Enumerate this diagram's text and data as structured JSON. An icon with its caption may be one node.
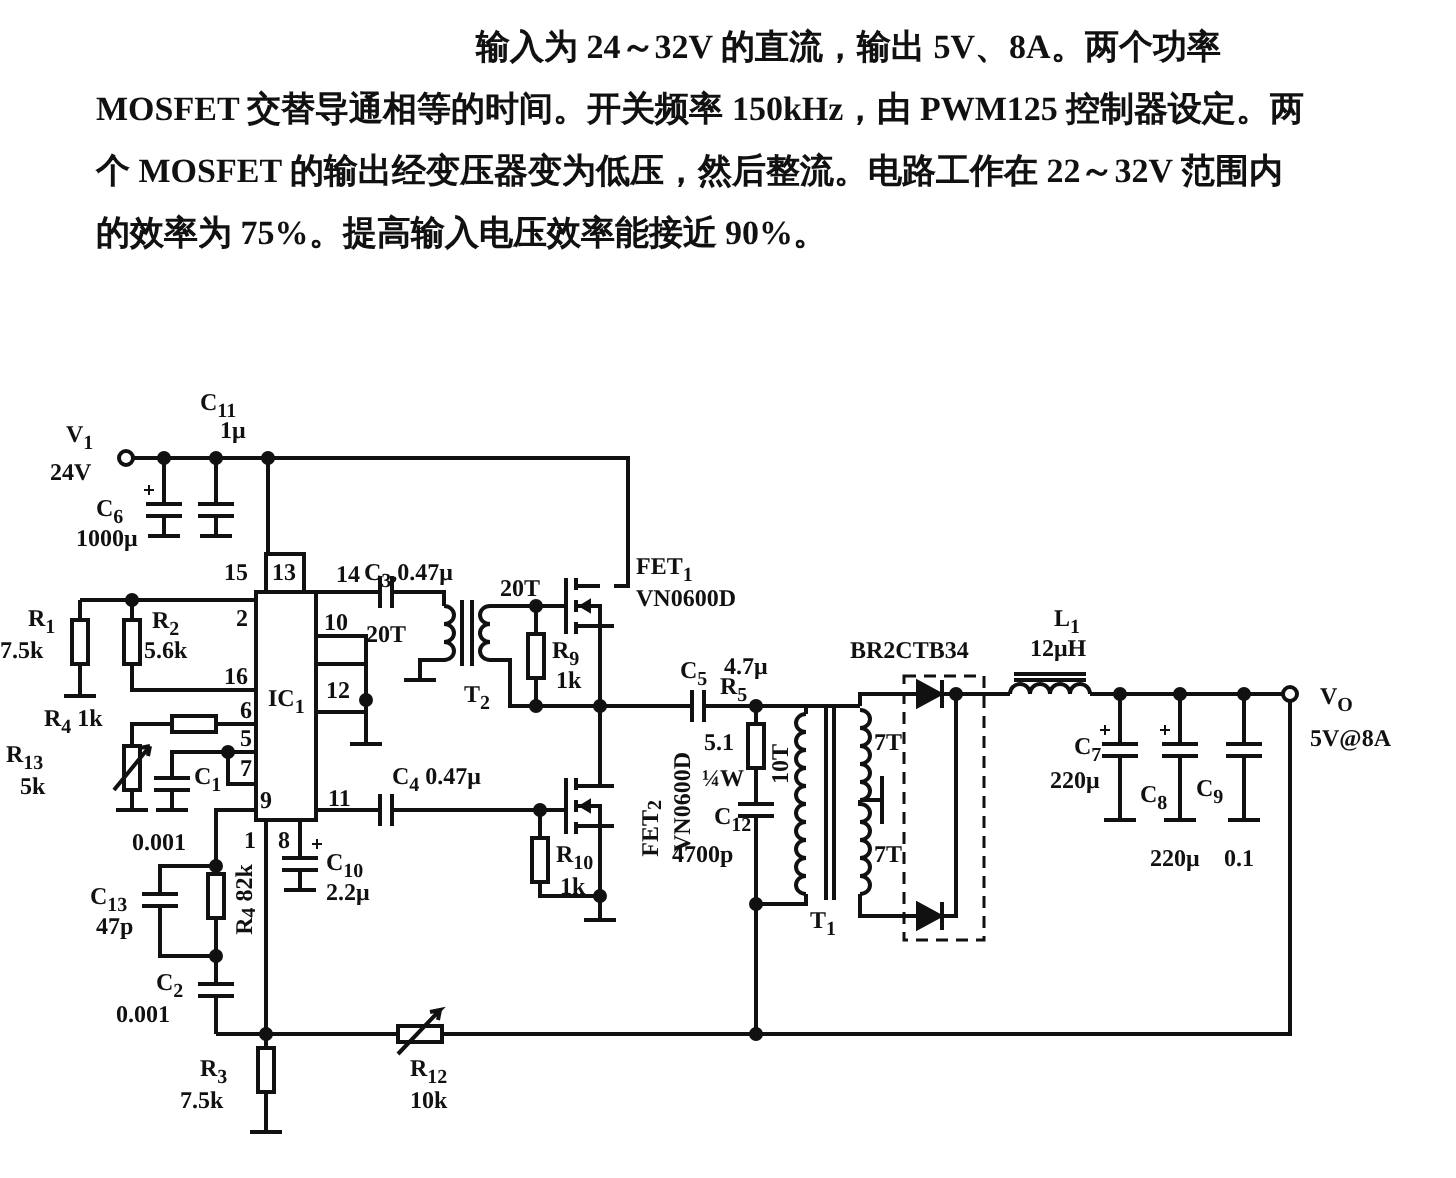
{
  "diagram": {
    "caption": "输入为 24～32V 的直流，输出 5V、8A。两个功率 MOSFET 交替导通相等的时间。开关频率 150kHz，由 PWM125 控制器设定。两个 MOSFET 的输出经变压器变为低压，然后整流。电路工作在 22～32V 范围内的效率为 75%。提高输入电压效率能接近 90%。",
    "labels": [
      "C$_{11}$",
      "V$_{1}$",
      "1μ",
      "24V",
      "C$_{6}$",
      "1000μ",
      "15",
      "13",
      "14",
      "C$_{3}$,0.47μ",
      "FET$_{1}$",
      "VN0600D",
      "R$_{1}$",
      "7.5k",
      "R$_{2}$",
      "2",
      "5.6k",
      "10",
      "20T",
      "20T",
      "R$_{9}$",
      "1k",
      "C$_{5}$",
      "4.7μ",
      "BR2CTB34",
      "L$_{1}$",
      "12μH",
      "16",
      "IC$_{1}$",
      "12",
      "T$_{2}$",
      "R$_{5}$",
      "V$_{O}$",
      "5V@8A",
      "R$_{4}$ 1k",
      "6",
      "5",
      "10T",
      "7T",
      "R$_{13}$",
      "5k",
      "7",
      "C$_{1}$",
      "5.1",
      "C$_{4}$ 0.47μ",
      "FET$_{2}$",
      "VN0600D",
      "¼W",
      "C$_{7}$",
      "220μ",
      "C$_{8}$",
      "C$_{9}$",
      "7T",
      "T$_{1}$",
      "9",
      "11",
      "0.001",
      "1",
      "8",
      "C$_{10}$",
      "2.2μ",
      "R$_{10}$",
      "1k",
      "C$_{12}$",
      "4700p",
      "C$_{13}$",
      "47p",
      "R$_{4}$ 82k",
      "C$_{2}$",
      "0.001",
      "220μ",
      "0.1",
      "R$_{3}$",
      "7.5k",
      "R$_{12}$",
      "10k"
    ]
  }
}
